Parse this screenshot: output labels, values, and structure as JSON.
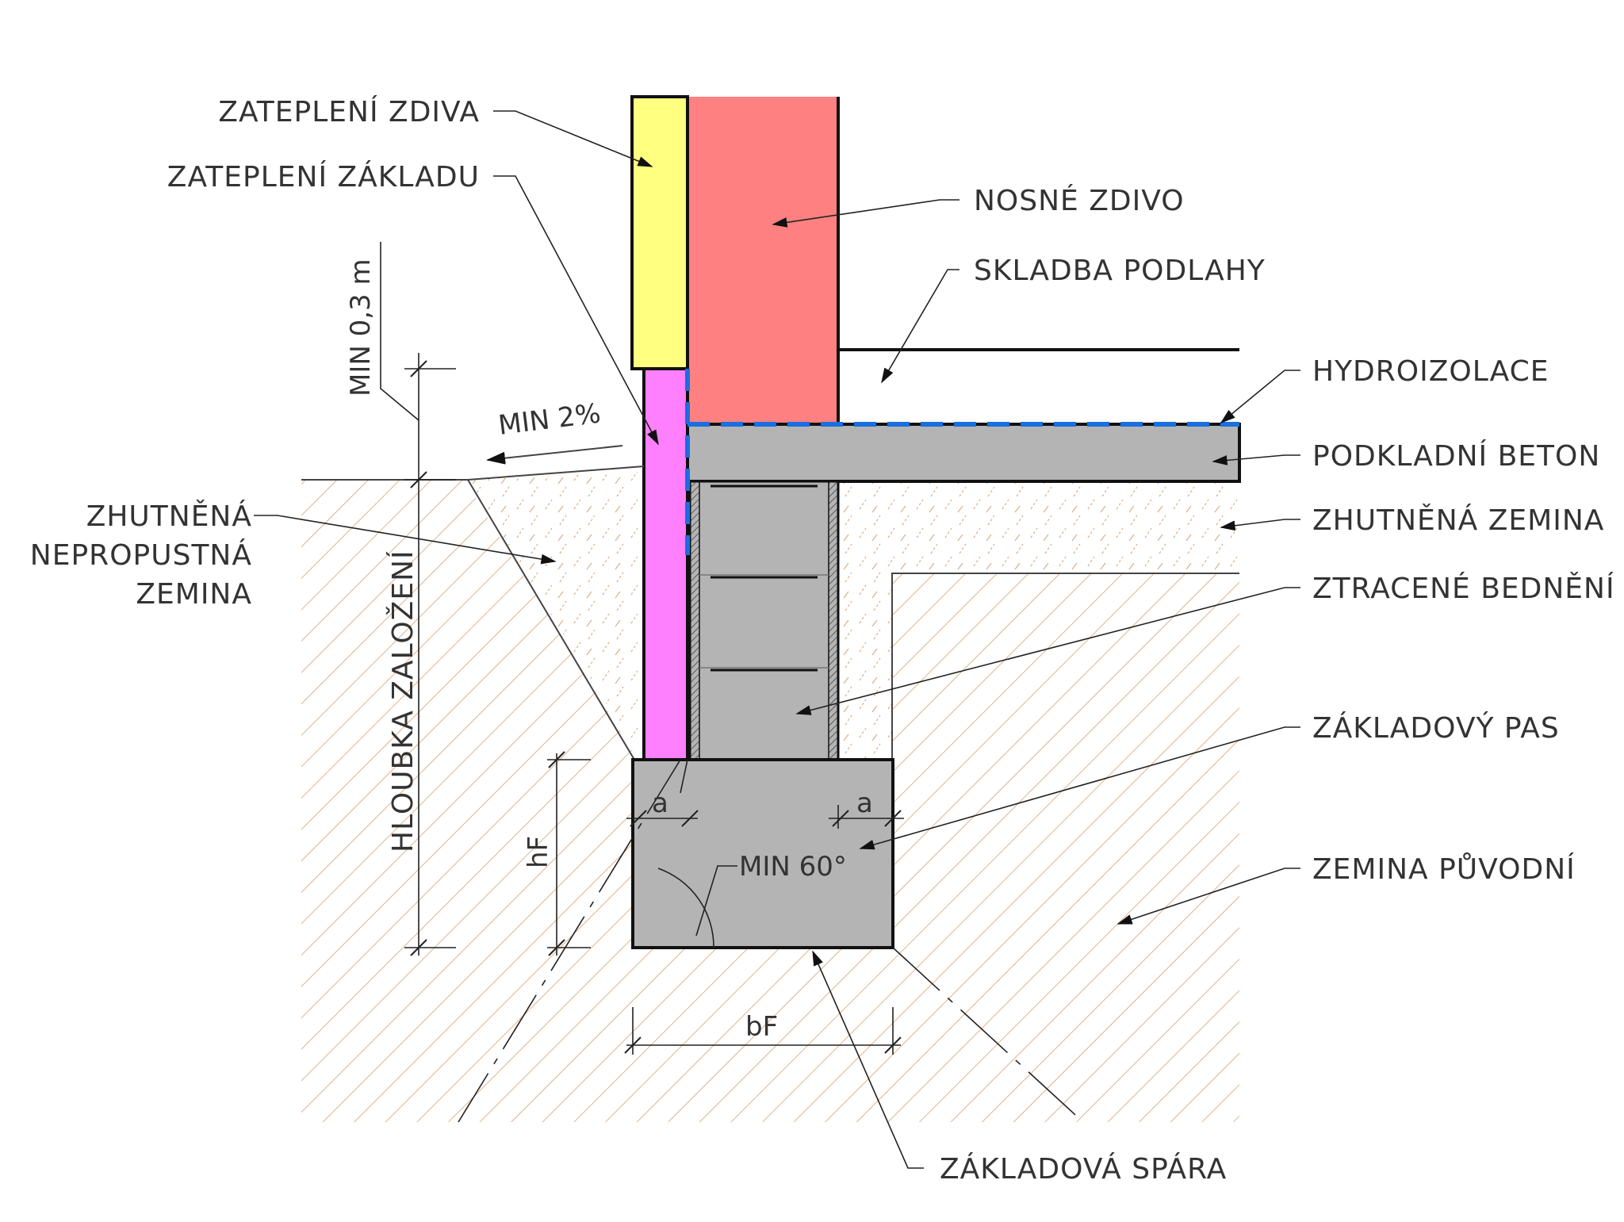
{
  "labels": {
    "zatepleni_zdiva": "ZATEPLENÍ ZDIVA",
    "zatepleni_zakladu": "ZATEPLENÍ ZÁKLADU",
    "nosne_zdivo": "NOSNÉ ZDIVO",
    "skladba_podlahy": "SKLADBA PODLAHY",
    "hydroizolace": "HYDROIZOLACE",
    "podkladni_beton": "PODKLADNÍ BETON",
    "zhutnena_zemina": "ZHUTNĚNÁ ZEMINA",
    "ztracene_bedneni": "ZTRACENÉ BEDNĚNÍ",
    "zakladovy_pas": "ZÁKLADOVÝ PAS",
    "zemina_puvodni": "ZEMINA PŮVODNÍ",
    "zakladova_spara": "ZÁKLADOVÁ SPÁRA",
    "nepropustna_1": "ZHUTNĚNÁ",
    "nepropustna_2": "NEPROPUSTNÁ",
    "nepropustna_3": "ZEMINA"
  },
  "dimensions": {
    "min_03": "MIN 0,3 m",
    "min_slope": "MIN 2%",
    "hloubka": "HLOUBKA ZALOŽENÍ",
    "h_f": "hF",
    "b_f": "bF",
    "a_left": "a",
    "a_right": "a",
    "min_angle": "MIN 60°"
  },
  "colors": {
    "wall_insulation": "#ffff80",
    "masonry": "#ff8080",
    "footing_insulation": "#ff80ff",
    "concrete": "#b4b4b4",
    "waterproofing": "#1a6fe0",
    "soil_hatch": "#d8a070"
  }
}
